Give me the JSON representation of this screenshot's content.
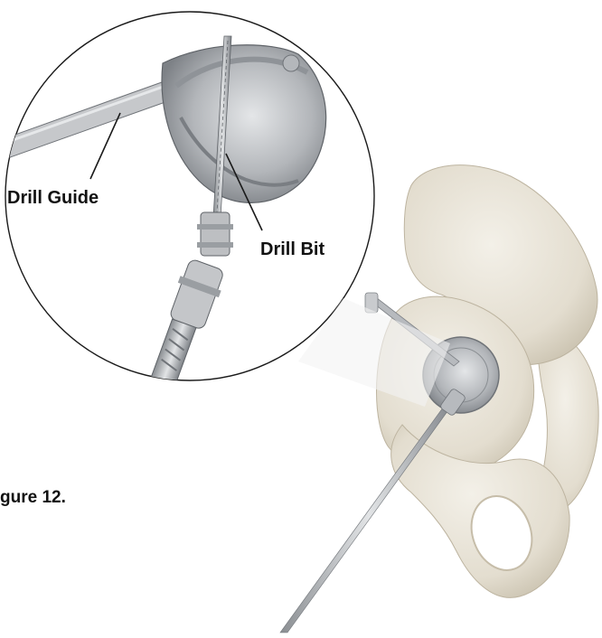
{
  "labels": {
    "drill_guide": "Drill Guide",
    "drill_bit": "Drill Bit"
  },
  "caption": "gure 12.",
  "colors": {
    "bone": "#e9e5da",
    "bone_shadow": "#cfc8b8",
    "metal_light": "#d7d9db",
    "metal_mid": "#a9acb0",
    "metal_dark": "#6f7378",
    "outline": "#1a1a1a"
  }
}
